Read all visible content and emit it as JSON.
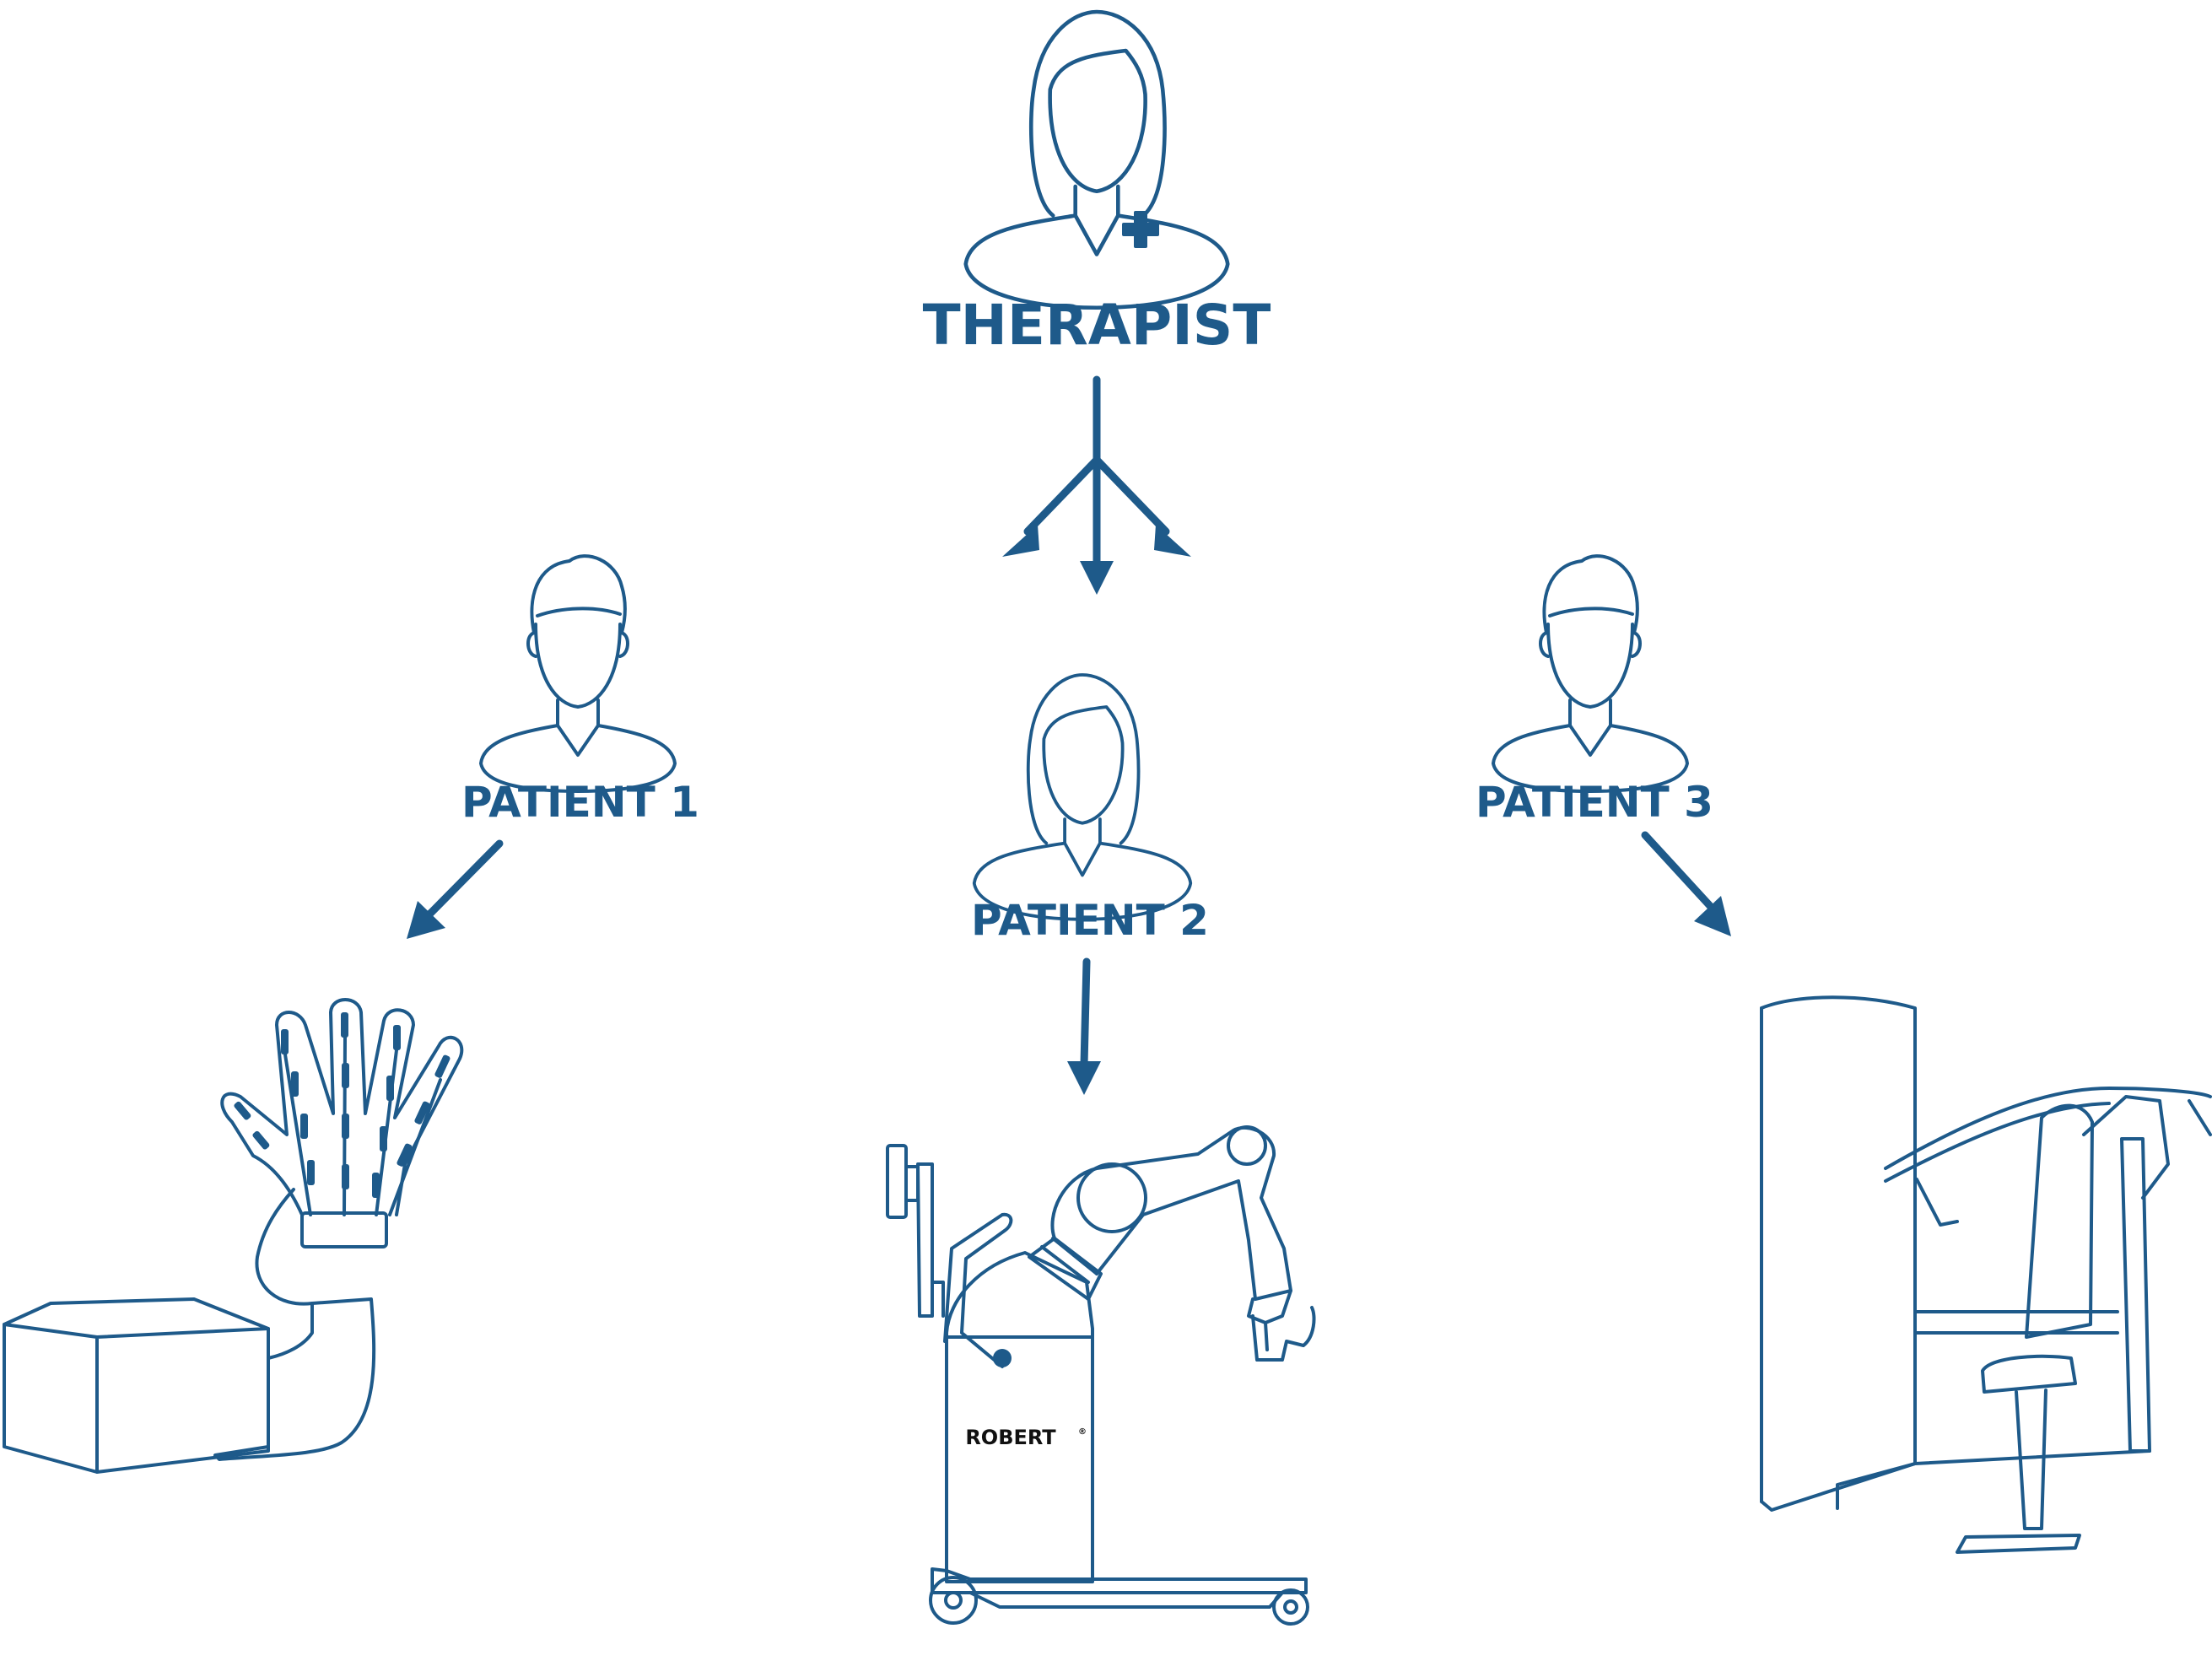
{
  "diagram": {
    "title": "THERAPIST",
    "patients": [
      {
        "label": "PATIENT 1"
      },
      {
        "label": "PATIENT 2"
      },
      {
        "label": "PATIENT 3"
      }
    ],
    "devices": [
      {
        "name": "hand-exoskeleton-glove"
      },
      {
        "name": "robert-rehab-robot",
        "brand": "ROBERT",
        "brand_mark": "®"
      },
      {
        "name": "chest-press-machine"
      }
    ],
    "colors": {
      "primary": "#1e5a8a",
      "background": "#ffffff"
    }
  }
}
